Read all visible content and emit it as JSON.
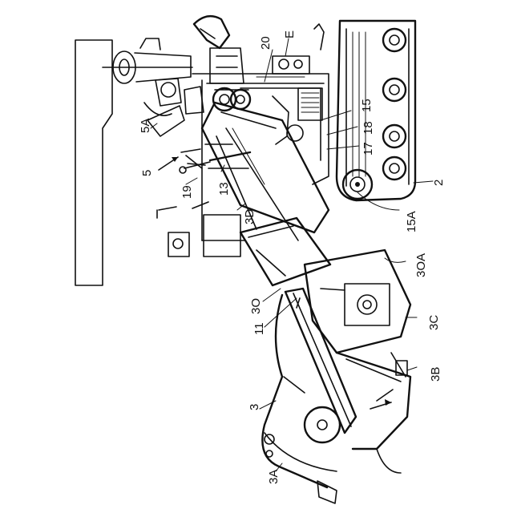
{
  "figure": {
    "labels": {
      "l_2": "2",
      "l_3": "3",
      "l_3A": "3A",
      "l_3B": "3B",
      "l_3C": "3C",
      "l_3D": "3D",
      "l_3O": "3O",
      "l_3OA": "3OA",
      "l_5": "5",
      "l_5A": "5A",
      "l_11": "11",
      "l_13": "13",
      "l_15": "15",
      "l_15A": "15A",
      "l_17": "17",
      "l_18": "18",
      "l_19": "19",
      "l_20": "20",
      "l_E": "E"
    }
  }
}
